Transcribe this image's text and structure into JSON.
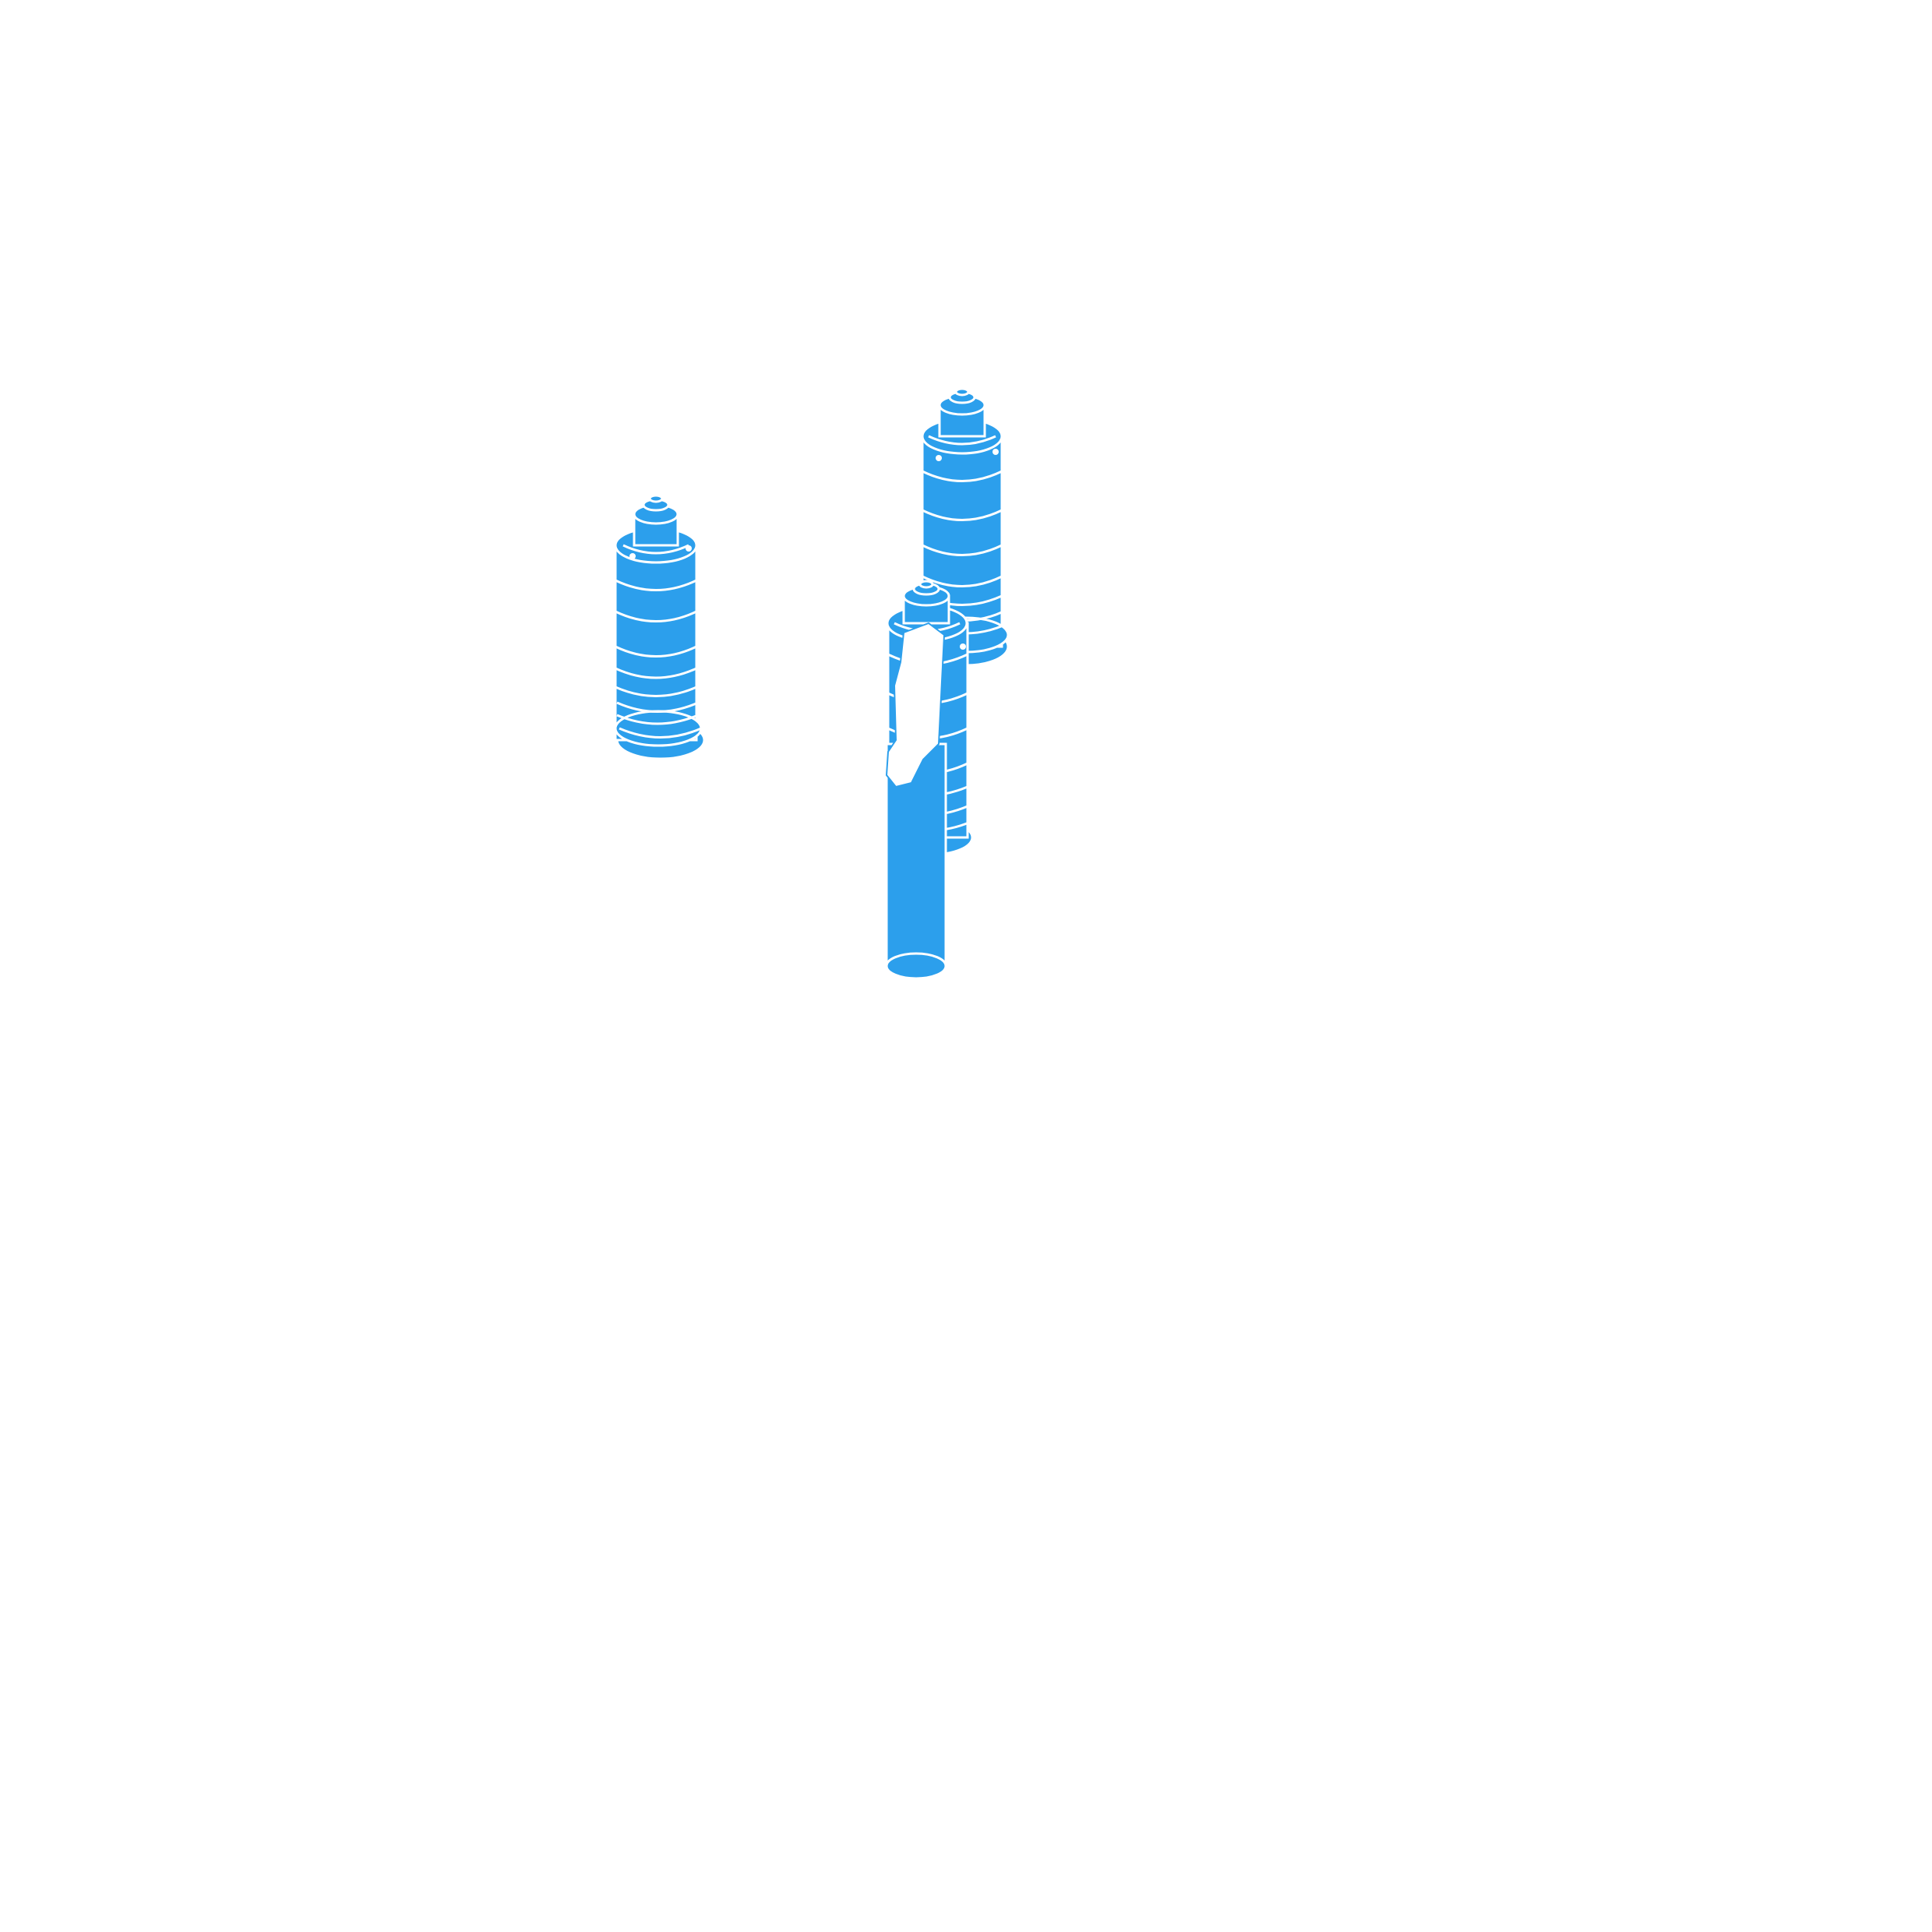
{
  "diagram": {
    "style": "isometric silhouette line drawing",
    "colors": {
      "fill": "#2c9fec",
      "line": "#ffffff",
      "background": "#ffffff"
    },
    "components": [
      {
        "id": "left-cylinder",
        "kind": "segmented cylinder assembly"
      },
      {
        "id": "right-cylinder",
        "kind": "segmented cylinder assembly"
      },
      {
        "id": "front-cylinder",
        "kind": "segmented cylinder with rod and connector arm"
      }
    ]
  }
}
